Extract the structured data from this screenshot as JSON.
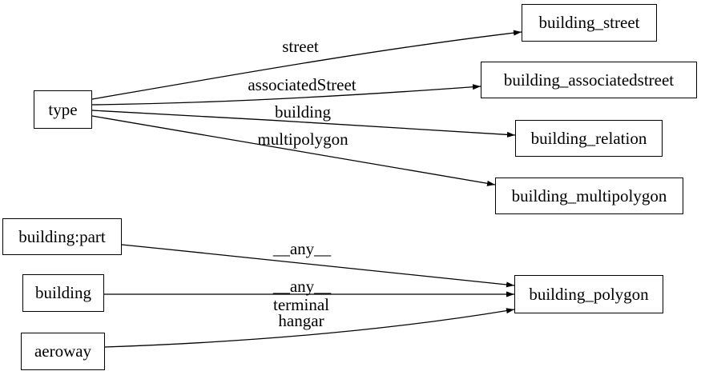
{
  "diagram": {
    "type": "directed-graph",
    "colors": {
      "background": "#ffffff",
      "node_fill": "#ffffff",
      "node_border": "#000000",
      "edge_stroke": "#000000",
      "text": "#000000"
    },
    "nodes": [
      {
        "id": "type",
        "label": "type"
      },
      {
        "id": "building_street",
        "label": "building_street"
      },
      {
        "id": "building_associatedstreet",
        "label": "building_associatedstreet"
      },
      {
        "id": "building_relation",
        "label": "building_relation"
      },
      {
        "id": "building_multipolygon",
        "label": "building_multipolygon"
      },
      {
        "id": "building:part",
        "label": "building:part"
      },
      {
        "id": "building",
        "label": "building"
      },
      {
        "id": "aeroway",
        "label": "aeroway"
      },
      {
        "id": "building_polygon",
        "label": "building_polygon"
      }
    ],
    "edges": [
      {
        "from": "type",
        "to": "building_street",
        "label": "street"
      },
      {
        "from": "type",
        "to": "building_associatedstreet",
        "label": "associatedStreet"
      },
      {
        "from": "type",
        "to": "building_relation",
        "label": "building"
      },
      {
        "from": "type",
        "to": "building_multipolygon",
        "label": "multipolygon"
      },
      {
        "from": "building:part",
        "to": "building_polygon",
        "label": "__any__"
      },
      {
        "from": "building",
        "to": "building_polygon",
        "label": "__any__"
      },
      {
        "from": "aeroway",
        "to": "building_polygon",
        "label_lines": [
          "terminal",
          "hangar"
        ]
      }
    ]
  }
}
